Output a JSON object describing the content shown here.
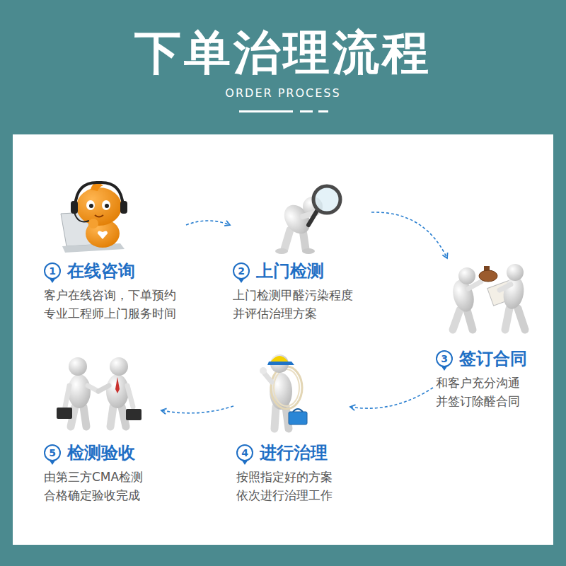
{
  "diagram": {
    "title": "下单治理流程",
    "nodes": [
      {
        "text": [
          "1",
          "在线咨询",
          "客户在线咨询，下单预约 专业工程师上门服务时间"
        ]
      },
      {
        "text": [
          "2",
          "上门检测",
          "上门检测甲醛污染程度 并评估治理方案"
        ]
      },
      {
        "text": [
          "3",
          "签订合同",
          "和客户充分沟通 并签订除醛合同"
        ]
      },
      {
        "text": [
          "4",
          "进行治理",
          "按照指定好的方案 依次进行治理工作"
        ]
      },
      {
        "text": [
          "5",
          "检测验收",
          "由第三方CMA检测 合格确定验收完成"
        ]
      }
    ],
    "edges": [
      {
        "from": 0,
        "to": 1,
        "arrow": "to"
      },
      {
        "from": 1,
        "to": 2,
        "arrow": "to"
      },
      {
        "from": 2,
        "to": 3,
        "arrow": "to"
      },
      {
        "from": 3,
        "to": 4,
        "arrow": "to"
      }
    ],
    "labels": [
      "ORDER PROCESS"
    ]
  }
}
